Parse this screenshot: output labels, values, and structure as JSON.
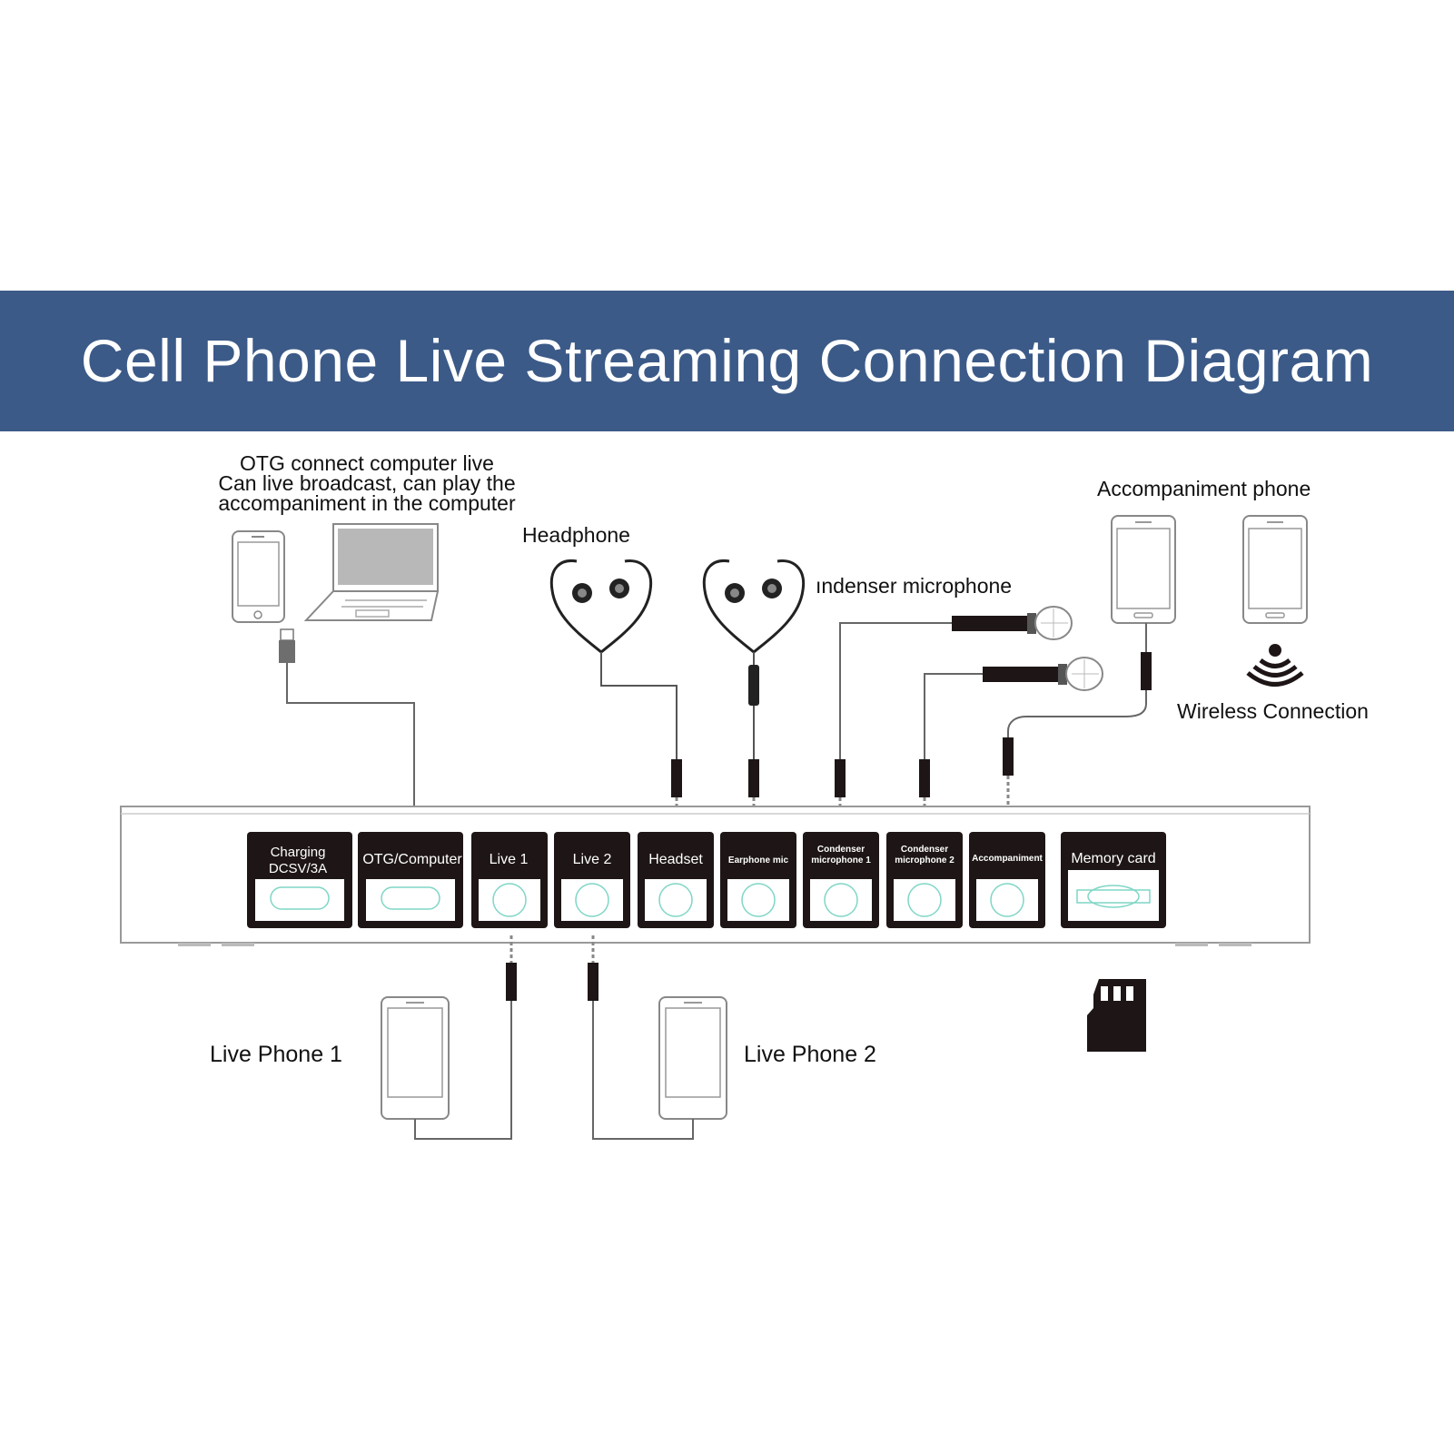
{
  "header": {
    "title": "Cell Phone Live Streaming Connection Diagram"
  },
  "labels": {
    "otg_line1": "OTG connect computer live",
    "otg_line2": "Can live broadcast, can play the",
    "otg_line3": "accompaniment in the computer",
    "headphone": "Headphone",
    "condenser": "ındenser microphone",
    "accompaniment_phone": "Accompaniment phone",
    "wireless": "Wireless Connection",
    "live_phone_1": "Live Phone 1",
    "live_phone_2": "Live Phone 2"
  },
  "ports": {
    "charging_1": "Charging",
    "charging_2": "DCSV/3A",
    "otg": "OTG/Computer",
    "live1": "Live 1",
    "live2": "Live 2",
    "headset": "Headset",
    "earphone_mic": "Earphone mic",
    "condenser1_1": "Condenser",
    "condenser1_2": "microphone 1",
    "condenser2_1": "Condenser",
    "condenser2_2": "microphone 2",
    "accompaniment": "Accompaniment",
    "memory_card": "Memory card"
  },
  "colors": {
    "banner": "#3b5a88",
    "port_ring": "#7fd6c6",
    "dark": "#1e1616"
  }
}
